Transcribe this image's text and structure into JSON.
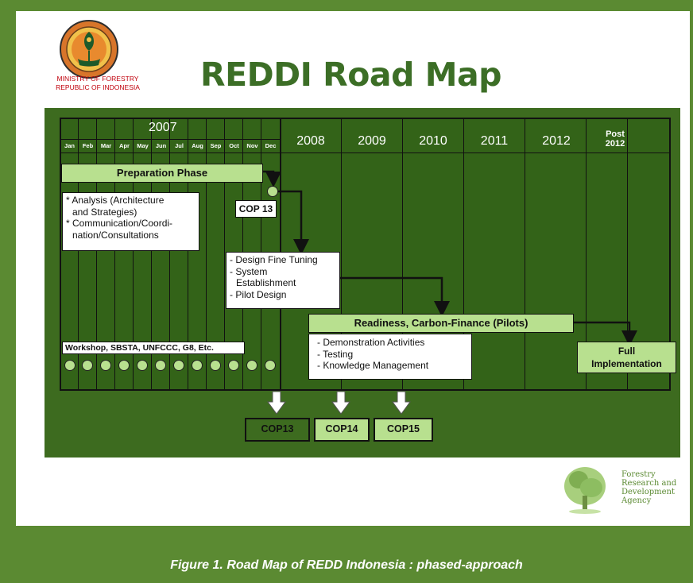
{
  "header": {
    "ministry_line1": "MINISTRY OF FORESTRY",
    "ministry_line2": "REPUBLIC OF INDONESIA",
    "title": "REDDI Road Map"
  },
  "timeline": {
    "year_2007": "2007",
    "months": [
      "Jan",
      "Feb",
      "Mar",
      "Apr",
      "May",
      "Jun",
      "Jul",
      "Aug",
      "Sep",
      "Oct",
      "Nov",
      "Dec"
    ],
    "years": [
      "2008",
      "2009",
      "2010",
      "2011",
      "2012"
    ],
    "post_line1": "Post",
    "post_line2": "2012"
  },
  "phases": {
    "preparation": "Preparation Phase",
    "prep_items": [
      "* Analysis  (Architecture",
      "  and Strategies)",
      "* Communication/Coordi-",
      "  nation/Consultations"
    ],
    "cop13_label": "COP 13",
    "design_items": [
      "- Design Fine Tuning",
      "- System",
      "  Establishment",
      "- Pilot Design"
    ],
    "readiness": "Readiness,  Carbon-Finance (Pilots)",
    "readiness_items": [
      "-  Demonstration Activities",
      "-  Testing",
      "-  Knowledge Management"
    ],
    "full_line1": "Full",
    "full_line2": "Implementation",
    "workshop": "Workshop, SBSTA, UNFCCC, G8, Etc."
  },
  "cops": [
    "COP13",
    "COP14",
    "COP15"
  ],
  "agency": {
    "line1": "Forestry",
    "line2": "Research and",
    "line3": "Development",
    "line4": "Agency"
  },
  "caption": "Figure 1. Road Map of REDD Indonesia : phased-approach",
  "colors": {
    "frame_green": "#5b8a32",
    "diagram_green": "#3d6b1f",
    "box_green": "#b8e08f",
    "title_green": "#3c6e26",
    "ministry_red": "#c0000b"
  }
}
